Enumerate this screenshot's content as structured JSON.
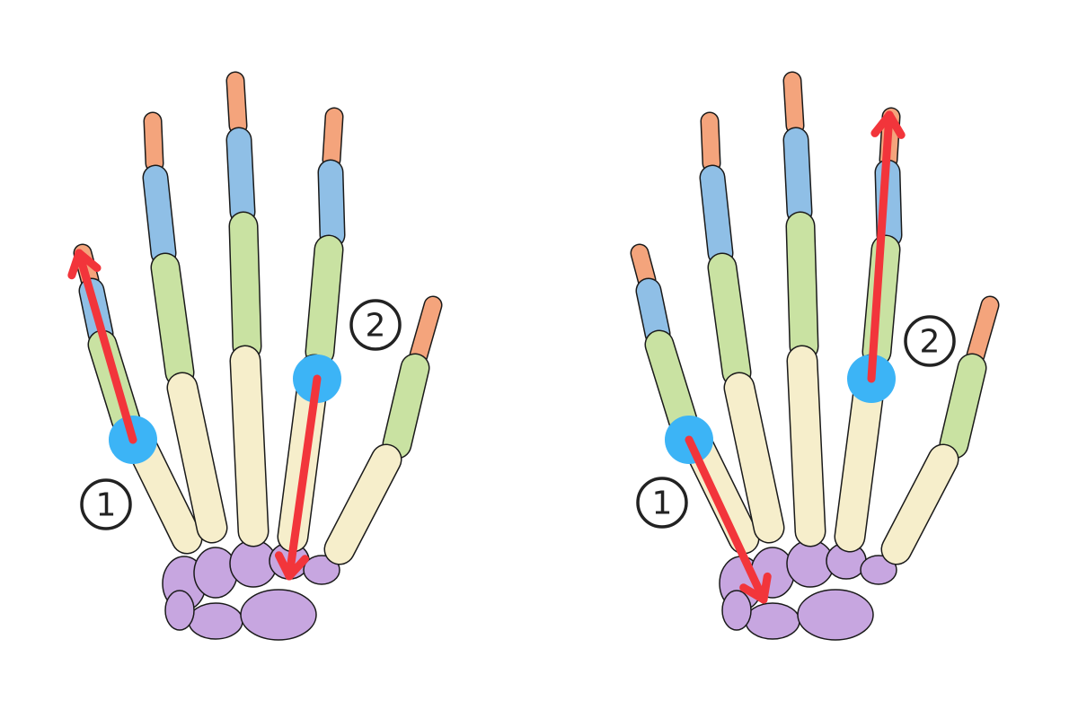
{
  "colors": {
    "distal": "#f4a47c",
    "middle": "#8fbfe6",
    "proximal": "#c9e2a2",
    "metacarpal": "#f6eecb",
    "carpal": "#c7a6e0",
    "outline": "#1a1a1a",
    "joint_dot": "#3cb4f6",
    "arrow": "#f2353b",
    "label": "#222222"
  },
  "hands": [
    {
      "name": "left-hand",
      "labels": [
        {
          "id": "1",
          "text": "1"
        },
        {
          "id": "2",
          "text": "2"
        }
      ]
    },
    {
      "name": "right-hand",
      "labels": [
        {
          "id": "1",
          "text": "1"
        },
        {
          "id": "2",
          "text": "2"
        }
      ]
    }
  ]
}
